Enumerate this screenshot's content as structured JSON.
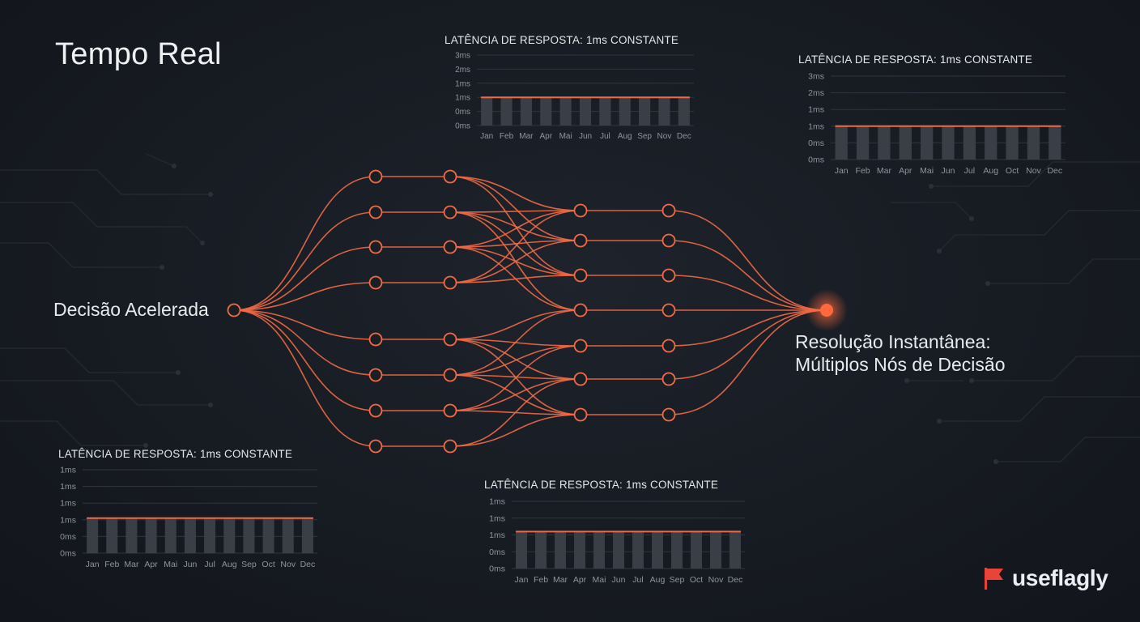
{
  "page": {
    "title": "Tempo Real",
    "left_label": "Decisão Acelerada",
    "right_label_line1": "Resolução Instantânea:",
    "right_label_line2": "Múltiplos Nós de Decisão"
  },
  "brand": {
    "name": "useflagly",
    "icon": "flag-icon",
    "color": "#e8443a"
  },
  "colors": {
    "accent": "#f26a45",
    "accent_glow": "#ff6a3d",
    "bar": "#3a3f47",
    "grid": "#2f3540",
    "tick_text": "#8e949d",
    "background": "#171b22"
  },
  "network": {
    "nodes": [
      {
        "id": "in",
        "layer": 0,
        "row": 0
      },
      {
        "id": "a1",
        "layer": 1,
        "row": 0
      },
      {
        "id": "a2",
        "layer": 1,
        "row": 1
      },
      {
        "id": "a3",
        "layer": 1,
        "row": 2
      },
      {
        "id": "a4",
        "layer": 1,
        "row": 3
      },
      {
        "id": "a5",
        "layer": 1,
        "row": 4
      },
      {
        "id": "a6",
        "layer": 1,
        "row": 5
      },
      {
        "id": "a7",
        "layer": 1,
        "row": 6
      },
      {
        "id": "a8",
        "layer": 1,
        "row": 7
      },
      {
        "id": "b1",
        "layer": 2,
        "row": 0
      },
      {
        "id": "b2",
        "layer": 2,
        "row": 1
      },
      {
        "id": "b3",
        "layer": 2,
        "row": 2
      },
      {
        "id": "b4",
        "layer": 2,
        "row": 3
      },
      {
        "id": "b5",
        "layer": 2,
        "row": 4
      },
      {
        "id": "b6",
        "layer": 2,
        "row": 5
      },
      {
        "id": "b7",
        "layer": 2,
        "row": 6
      },
      {
        "id": "b8",
        "layer": 2,
        "row": 7
      },
      {
        "id": "c1",
        "layer": 3,
        "row": 0
      },
      {
        "id": "c2",
        "layer": 3,
        "row": 1
      },
      {
        "id": "c3",
        "layer": 3,
        "row": 2
      },
      {
        "id": "c4",
        "layer": 3,
        "row": 3
      },
      {
        "id": "c5",
        "layer": 3,
        "row": 4
      },
      {
        "id": "c6",
        "layer": 3,
        "row": 5
      },
      {
        "id": "c7",
        "layer": 3,
        "row": 6
      },
      {
        "id": "d1",
        "layer": 4,
        "row": 0
      },
      {
        "id": "d2",
        "layer": 4,
        "row": 1
      },
      {
        "id": "d3",
        "layer": 4,
        "row": 2
      },
      {
        "id": "d4",
        "layer": 4,
        "row": 3
      },
      {
        "id": "d5",
        "layer": 4,
        "row": 4
      },
      {
        "id": "d6",
        "layer": 4,
        "row": 5
      },
      {
        "id": "d7",
        "layer": 4,
        "row": 6
      },
      {
        "id": "out",
        "layer": 5,
        "row": 0
      }
    ],
    "edges": [
      [
        "in",
        "a1"
      ],
      [
        "in",
        "a2"
      ],
      [
        "in",
        "a3"
      ],
      [
        "in",
        "a4"
      ],
      [
        "in",
        "a5"
      ],
      [
        "in",
        "a6"
      ],
      [
        "in",
        "a7"
      ],
      [
        "in",
        "a8"
      ],
      [
        "a1",
        "b1"
      ],
      [
        "a2",
        "b2"
      ],
      [
        "a3",
        "b3"
      ],
      [
        "a4",
        "b4"
      ],
      [
        "a5",
        "b5"
      ],
      [
        "a6",
        "b6"
      ],
      [
        "a7",
        "b7"
      ],
      [
        "a8",
        "b8"
      ],
      [
        "b1",
        "c1"
      ],
      [
        "b1",
        "c2"
      ],
      [
        "b1",
        "c3"
      ],
      [
        "b2",
        "c1"
      ],
      [
        "b2",
        "c2"
      ],
      [
        "b2",
        "c3"
      ],
      [
        "b2",
        "c4"
      ],
      [
        "b3",
        "c1"
      ],
      [
        "b3",
        "c2"
      ],
      [
        "b3",
        "c3"
      ],
      [
        "b3",
        "c4"
      ],
      [
        "b4",
        "c1"
      ],
      [
        "b4",
        "c2"
      ],
      [
        "b4",
        "c3"
      ],
      [
        "b5",
        "c4"
      ],
      [
        "b5",
        "c5"
      ],
      [
        "b5",
        "c6"
      ],
      [
        "b5",
        "c7"
      ],
      [
        "b6",
        "c5"
      ],
      [
        "b6",
        "c6"
      ],
      [
        "b6",
        "c7"
      ],
      [
        "b6",
        "c4"
      ],
      [
        "b7",
        "c5"
      ],
      [
        "b7",
        "c6"
      ],
      [
        "b7",
        "c7"
      ],
      [
        "b8",
        "c6"
      ],
      [
        "b8",
        "c7"
      ],
      [
        "c1",
        "d1"
      ],
      [
        "c2",
        "d2"
      ],
      [
        "c3",
        "d3"
      ],
      [
        "c4",
        "d4"
      ],
      [
        "c5",
        "d5"
      ],
      [
        "c6",
        "d6"
      ],
      [
        "c7",
        "d7"
      ],
      [
        "d1",
        "out"
      ],
      [
        "d2",
        "out"
      ],
      [
        "d3",
        "out"
      ],
      [
        "d4",
        "out"
      ],
      [
        "d5",
        "out"
      ],
      [
        "d6",
        "out"
      ],
      [
        "d7",
        "out"
      ]
    ]
  },
  "chart_data": [
    {
      "type": "bar",
      "title": "LATÊNCIA DE RESPOSTA: 1ms CONSTANTE",
      "categories": [
        "Jan",
        "Feb",
        "Mar",
        "Apr",
        "Mai",
        "Jun",
        "Jul",
        "Aug",
        "Sep",
        "Nov",
        "Dec"
      ],
      "values": [
        1,
        1,
        1,
        1,
        1,
        1,
        1,
        1,
        1,
        1,
        1
      ],
      "ytick_labels": [
        "0ms",
        "0ms",
        "1ms",
        "1ms",
        "2ms",
        "3ms"
      ],
      "reference_line": 1,
      "grid": true
    },
    {
      "type": "bar",
      "title": "LATÊNCIA DE RESPOSTA: 1ms CONSTANTE",
      "categories": [
        "Jan",
        "Feb",
        "Mar",
        "Apr",
        "Mai",
        "Jun",
        "Jul",
        "Aug",
        "Oct",
        "Nov",
        "Dec"
      ],
      "values": [
        1,
        1,
        1,
        1,
        1,
        1,
        1,
        1,
        1,
        1,
        1
      ],
      "ytick_labels": [
        "0ms",
        "0ms",
        "1ms",
        "1ms",
        "2ms",
        "3ms"
      ],
      "reference_line": 1,
      "grid": true
    },
    {
      "type": "bar",
      "title": "LATÊNCIA DE RESPOSTA: 1ms CONSTANTE",
      "categories": [
        "Jan",
        "Feb",
        "Mar",
        "Apr",
        "Mai",
        "Jun",
        "Jul",
        "Aug",
        "Sep",
        "Oct",
        "Nov",
        "Dec"
      ],
      "values": [
        1,
        1,
        1,
        1,
        1,
        1,
        1,
        1,
        1,
        1,
        1,
        1
      ],
      "ytick_labels": [
        "0ms",
        "0ms",
        "1ms",
        "1ms",
        "1ms",
        "1ms"
      ],
      "reference_line": 1,
      "grid": true
    },
    {
      "type": "bar",
      "title": "LATÊNCIA DE RESPOSTA: 1ms CONSTANTE",
      "categories": [
        "Jan",
        "Feb",
        "Mar",
        "Apr",
        "Mai",
        "Jun",
        "Jul",
        "Aug",
        "Sep",
        "Oct",
        "Nov",
        "Dec"
      ],
      "values": [
        1,
        1,
        1,
        1,
        1,
        1,
        1,
        1,
        1,
        1,
        1,
        1
      ],
      "ytick_labels": [
        "0ms",
        "0ms",
        "1ms",
        "1ms",
        "1ms"
      ],
      "reference_line": 1,
      "grid": true
    }
  ]
}
